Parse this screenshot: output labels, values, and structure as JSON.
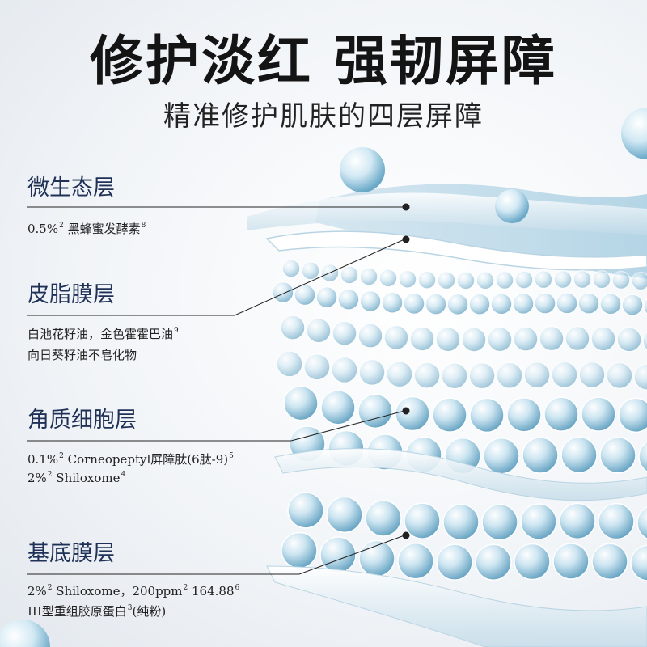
{
  "title": "修护淡红 强韧屏障",
  "subtitle": "精准修护肌肤的四层屏障",
  "layers": [
    {
      "name": "微生态层",
      "lines": [
        [
          {
            "t": "0.5%"
          },
          {
            "s": "2"
          },
          {
            "t": " 黑蜂蜜发酵素"
          },
          {
            "s": "8"
          }
        ]
      ]
    },
    {
      "name": "皮脂膜层",
      "lines": [
        [
          {
            "t": "白池花籽油，金色霍霍巴油"
          },
          {
            "s": "9"
          }
        ],
        [
          {
            "t": "向日葵籽油不皂化物"
          }
        ]
      ]
    },
    {
      "name": "角质细胞层",
      "lines": [
        [
          {
            "t": "0.1%"
          },
          {
            "s": "2"
          },
          {
            "t": " Corneopeptyl屏障肽(6肽-9)"
          },
          {
            "s": "5"
          }
        ],
        [
          {
            "t": "2%"
          },
          {
            "s": "2"
          },
          {
            "t": " Shiloxome"
          },
          {
            "s": "4"
          }
        ]
      ]
    },
    {
      "name": "基底膜层",
      "lines": [
        [
          {
            "t": "2%"
          },
          {
            "s": "2"
          },
          {
            "t": " Shiloxome，200ppm"
          },
          {
            "s": "2"
          },
          {
            "t": " 164.88"
          },
          {
            "s": "6"
          }
        ],
        [
          {
            "t": "III型重组胶原蛋白"
          },
          {
            "s": "3"
          },
          {
            "t": "(纯粉)"
          }
        ]
      ]
    }
  ],
  "colors": {
    "accent": "#1f3157",
    "water": "#8fc3dc"
  }
}
